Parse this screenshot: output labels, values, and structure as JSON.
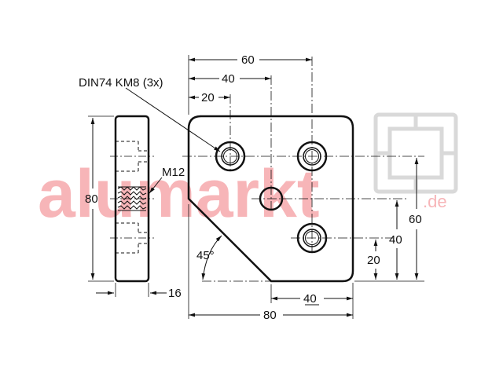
{
  "drawing": {
    "watermark_text": "alumarkt",
    "watermark_suffix": ".de",
    "note_screw": "DIN74 KM8 (3x)",
    "note_thread": "M12",
    "angle_label": "45°",
    "dims": {
      "top_60": "60",
      "top_40": "40",
      "top_20": "20",
      "left_80": "80",
      "thickness_16": "16",
      "bottom_40": "40",
      "bottom_80": "80",
      "right_60": "60",
      "right_40": "40",
      "right_20": "20"
    }
  }
}
